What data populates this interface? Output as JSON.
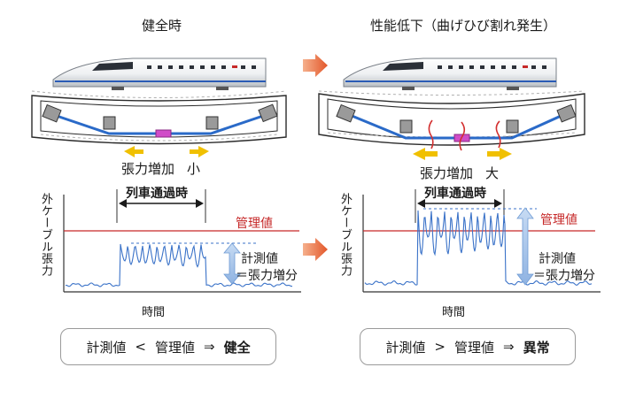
{
  "left": {
    "title": "健全時",
    "tension_label": "張力増加",
    "tension_level": "小",
    "result": {
      "measured": "計測値",
      "op": "<",
      "threshold": "管理値",
      "arrow": "⇒",
      "verdict": "健全"
    }
  },
  "right": {
    "title": "性能低下（曲げひび割れ発生）",
    "tension_label": "張力増加",
    "tension_level": "大",
    "result": {
      "measured": "計測値",
      "op": ">",
      "threshold": "管理値",
      "arrow": "⇒",
      "verdict": "異常"
    }
  },
  "graph": {
    "train_passing": "列車通過時",
    "threshold_label": "管理値",
    "measured_label": "計測値",
    "increase_label": "＝張力増分",
    "y_label": "外ケーブル張力",
    "x_label": "時間"
  },
  "colors": {
    "cable": "#2a6ac8",
    "threshold": "#c62828",
    "tension_arrow": "#f0c000",
    "transition_arrow": "#e8643a",
    "crack": "#d32f2f",
    "sensor": "#d04cc8",
    "measure_arrow": "#a9c6ea",
    "signal": "#3a72c8"
  }
}
